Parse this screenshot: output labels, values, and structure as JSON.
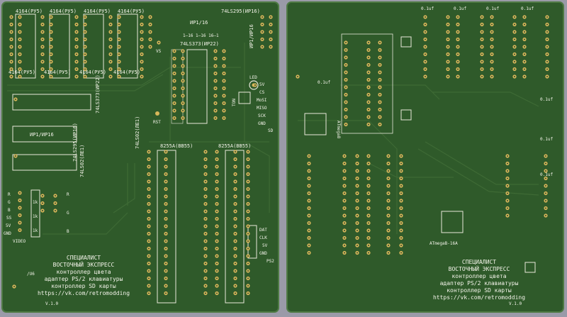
{
  "colors": {
    "board": "#2f5a2a",
    "board_edge": "#4f7a44",
    "background": "#9a9aa8",
    "pad": "#d8b75a",
    "silk": "#f2f2e6"
  },
  "left_board": {
    "chips_top": [
      "4164(РУ5)",
      "4164(РУ5)",
      "4164(РУ5)",
      "4164(РУ5)"
    ],
    "ip1_16": "ИР1/16",
    "jumper_labels": "1–16 1–16 16–1",
    "ls295_top": "74LS295(ИР16)",
    "ip1_ip16_vertical": "ИР1/ИР16",
    "vs": "VS",
    "ls373": "74LS373(ИР22)",
    "ls373_vert": "74LS373(ИР22)",
    "ip1_ip16_mid": "ИР1/ИР16",
    "ls295_vert": "74LS295(ИР16)",
    "ls02_vert": "74LS02(ЛЕ1)",
    "ls02_vert2": "74LS02(ЛЕ1)",
    "led": "LED",
    "ton": "TON",
    "rst": "RST",
    "sd_pins": [
      "5V",
      "CS",
      "MoSI",
      "MISO",
      "SCK",
      "GND",
      "SD"
    ],
    "ppi1": "8255A(ВВ55)",
    "ppi2": "8255A(ВВ55)",
    "video_pins": [
      "R",
      "G",
      "B",
      "SS",
      "5V",
      "GND",
      "VIDEO"
    ],
    "res_labels": [
      "1k",
      "1k",
      "1k"
    ],
    "rgb_right": [
      "R",
      "G",
      "B"
    ],
    "ps2_pins": [
      "DAT",
      "CLK",
      "5V",
      "GND",
      "PS2"
    ],
    "u6": "/U6",
    "text_lines": [
      "СПЕЦИАЛИСТ",
      "ВОСТОЧНЫЙ ЭКСПРЕСС",
      "контроллер цвета",
      "адаптер PS/2 клавиатуры",
      "контроллер SD карты",
      "https://vk.com/retromodding"
    ],
    "version": "V.1.0"
  },
  "right_board": {
    "caps_top": [
      "0.1uf",
      "0.1uf",
      "0.1uf",
      "0.1uf"
    ],
    "cap_mid": "0.1uf",
    "cap_right": [
      "0.1uf",
      "0.1uf",
      "0.1uf"
    ],
    "atmega_small": "ATmega8",
    "atmega_big": "ATmegaB-16A",
    "text_lines": [
      "СПЕЦИАЛИСТ",
      "ВОСТОЧНЫЙ ЭКСПРЕСС",
      "контроллер цвета",
      "адаптер PS/2 клавиатуры",
      "контроллер SD карты",
      "https://vk.com/retromodding"
    ],
    "version": "V.1.0"
  }
}
